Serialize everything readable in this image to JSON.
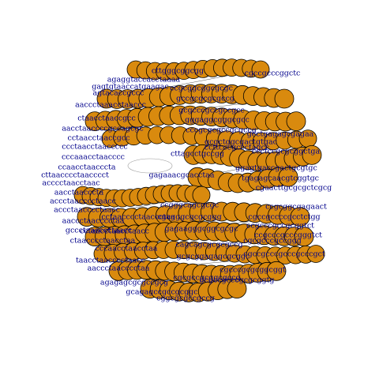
{
  "graph": {
    "node_fill": "#d98a0e",
    "node_stroke": "#000000",
    "label_color": "#00008b",
    "labels": [
      "cttgggcggcgg",
      "cgccgcccggctc",
      "agaggtaccacctaaaa",
      "gagtgtaaccatgaagac",
      "agtacaccgccc",
      "aaccctaaacctaaccc",
      "ctaacctaaccgcc",
      "aacctaaccccgccagcgc",
      "cctaacctaaccgcc",
      "ccctaacctaaccccc",
      "cccaaacctaacccc",
      "ccgcggcggcgcgc",
      "gccgcgcgcgccg",
      "gcgcccgccgccgcc",
      "gggaggcgggcgcc",
      "cccgcgcgccgcgccg",
      "gcgctggcgactgtgac",
      "gcctgagagcgagaa",
      "ccctccgcgcggctga",
      "ccaacctaacccta",
      "cttaacccctaacccct",
      "acccctaacctaac",
      "aacctaacccta",
      "accctaacccctaacc",
      "accctaacccctaacc",
      "aaccctaacccctaa",
      "gccctaacccctaacc",
      "cttagcctgccgg",
      "ccttcccgccctagcc",
      "gagaaacgcacctaa",
      "ggagtgaccgactgcgtgc",
      "tgagagcaacgtcggtgc",
      "cgaacttgcgcgctcgcg",
      "ccgcggcgagaact",
      "cgccgccccgcctctgg",
      "ccgcccgccgcggtct",
      "ccgcccgcccgggtct",
      "cgcgcccgccggg",
      "cgccgcccgcccgcccgct",
      "cgcccgcgcggcggt",
      "gcgccgcccgcgcggtg",
      "cgcgccgcggcgccg",
      "taacctaacccctaacc",
      "aaccctaacccctaa",
      "agagagcgcgccgcg",
      "gcagagccgccgcggc",
      "cggcgcgccgccg",
      "ccgggcagcgcgc",
      "cctaacctaacctaacc",
      "ctaacccctaacctaa",
      "cagcagcgcgcgccg",
      "cccaacctaacctaa",
      "cctaacccctaaccctaa",
      "cgcgggcgcgcggg",
      "gagaagggcggcgcgc",
      "gcgcggagagcgcggc"
    ],
    "hidden_rings": 2
  }
}
